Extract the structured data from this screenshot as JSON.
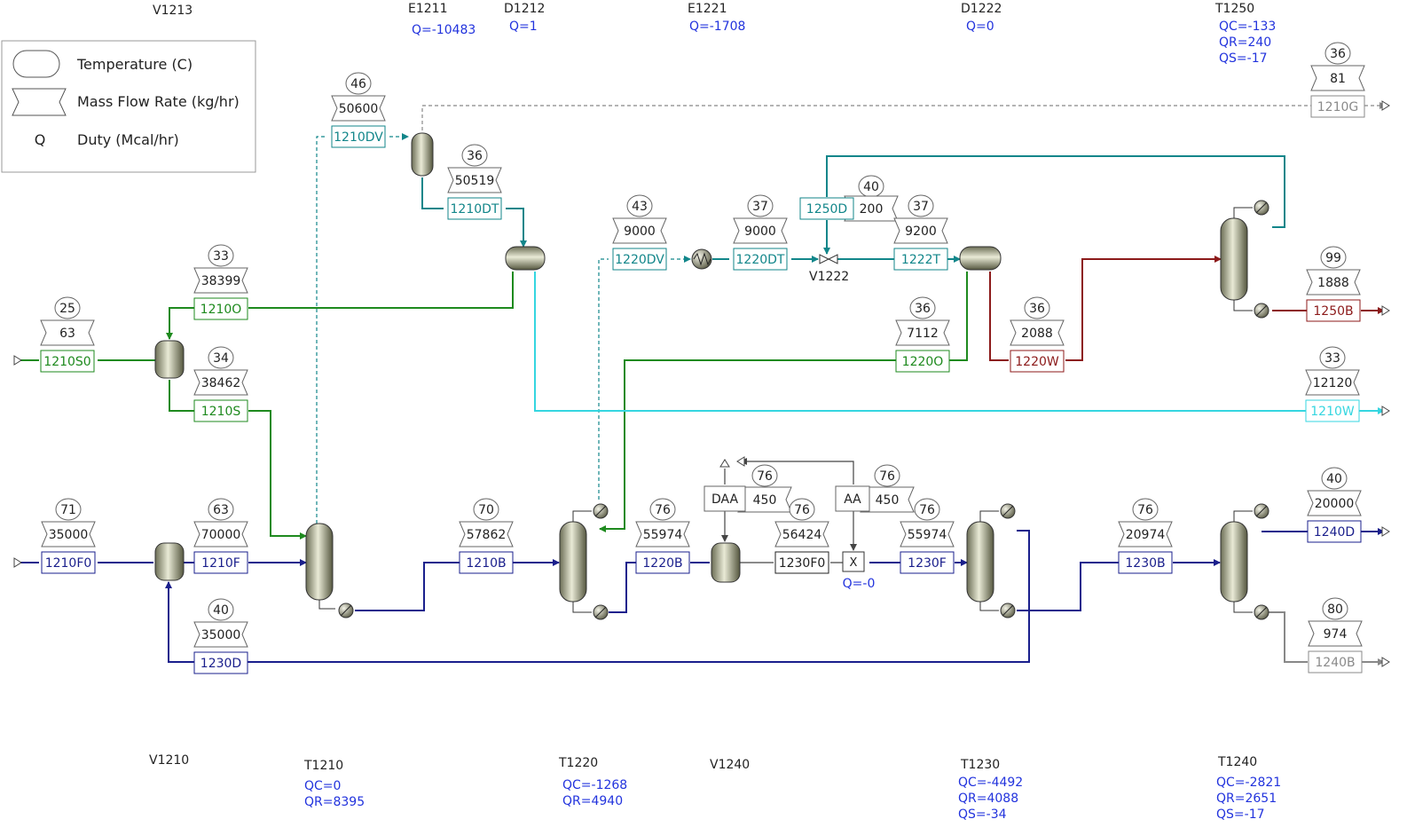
{
  "legend": {
    "temperature": "Temperature (C)",
    "mass_flow": "Mass Flow Rate (kg/hr)",
    "duty_symbol": "Q",
    "duty": "Duty (Mcal/hr)"
  },
  "colors": {
    "dark_blue": "#1a1f8c",
    "blue_text": "#2233dd",
    "green": "#1e8a1e",
    "teal": "#12868a",
    "cyan": "#35d6e0",
    "dark_red": "#8c1a1a",
    "gray": "#8a8a8a",
    "black": "#222222"
  },
  "units": {
    "V1213": {
      "name": "V1213"
    },
    "E1211": {
      "name": "E1211",
      "duty": [
        "Q=-10483"
      ]
    },
    "D1212": {
      "name": "D1212",
      "duty": [
        "Q=1"
      ]
    },
    "E1221": {
      "name": "E1221",
      "duty": [
        "Q=-1708"
      ]
    },
    "D1222": {
      "name": "D1222",
      "duty": [
        "Q=0"
      ]
    },
    "T1250": {
      "name": "T1250",
      "duty": [
        "QC=-133",
        "QR=240",
        "QS=-17"
      ]
    },
    "V1222": {
      "name": "V1222"
    },
    "V1210": {
      "name": "V1210"
    },
    "T1210": {
      "name": "T1210",
      "duty": [
        "QC=0",
        "QR=8395"
      ]
    },
    "T1220": {
      "name": "T1220",
      "duty": [
        "QC=-1268",
        "QR=4940"
      ]
    },
    "V1240": {
      "name": "V1240"
    },
    "T1230": {
      "name": "T1230",
      "duty": [
        "QC=-4492",
        "QR=4088",
        "QS=-34"
      ]
    },
    "T1240": {
      "name": "T1240",
      "duty": [
        "QC=-2821",
        "QR=2651",
        "QS=-17"
      ]
    },
    "mixer_duty": "Q=-0",
    "mixer_symbol": "X",
    "DAA": "DAA",
    "AA": "AA"
  },
  "streams": {
    "s1210G": {
      "name": "1210G",
      "temp": "36",
      "flow": "81"
    },
    "s1210DV": {
      "name": "1210DV",
      "temp": "46",
      "flow": "50600"
    },
    "s1210DT": {
      "name": "1210DT",
      "temp": "36",
      "flow": "50519"
    },
    "s1250D": {
      "name": "1250D",
      "temp": "40",
      "flow": "200"
    },
    "s1220DV": {
      "name": "1220DV",
      "temp": "43",
      "flow": "9000"
    },
    "s1220DT": {
      "name": "1220DT",
      "temp": "37",
      "flow": "9000"
    },
    "s1222T": {
      "name": "1222T",
      "temp": "37",
      "flow": "9200"
    },
    "s1210O": {
      "name": "1210O",
      "temp": "33",
      "flow": "38399"
    },
    "s1250B": {
      "name": "1250B",
      "temp": "99",
      "flow": "1888"
    },
    "s1210S0": {
      "name": "1210S0",
      "temp": "25",
      "flow": "63"
    },
    "s1220O": {
      "name": "1220O",
      "temp": "36",
      "flow": "7112"
    },
    "s1220W": {
      "name": "1220W",
      "temp": "36",
      "flow": "2088"
    },
    "s1210S": {
      "name": "1210S",
      "temp": "34",
      "flow": "38462"
    },
    "s1210W": {
      "name": "1210W",
      "temp": "33",
      "flow": "12120"
    },
    "sDAA": {
      "temp": "76",
      "flow": "450"
    },
    "sAA": {
      "temp": "76",
      "flow": "450"
    },
    "s1240D": {
      "name": "1240D",
      "temp": "40",
      "flow": "20000"
    },
    "s1210F0": {
      "name": "1210F0",
      "temp": "71",
      "flow": "35000"
    },
    "s1210F": {
      "name": "1210F",
      "temp": "63",
      "flow": "70000"
    },
    "s1210B": {
      "name": "1210B",
      "temp": "70",
      "flow": "57862"
    },
    "s1220B": {
      "name": "1220B",
      "temp": "76",
      "flow": "55974"
    },
    "s1230F0": {
      "name": "1230F0",
      "temp": "76",
      "flow": "56424"
    },
    "s1230F": {
      "name": "1230F",
      "temp": "76",
      "flow": "55974"
    },
    "s1230B": {
      "name": "1230B",
      "temp": "76",
      "flow": "20974"
    },
    "s1230D": {
      "name": "1230D",
      "temp": "40",
      "flow": "35000"
    },
    "s1240B": {
      "name": "1240B",
      "temp": "80",
      "flow": "974"
    }
  }
}
